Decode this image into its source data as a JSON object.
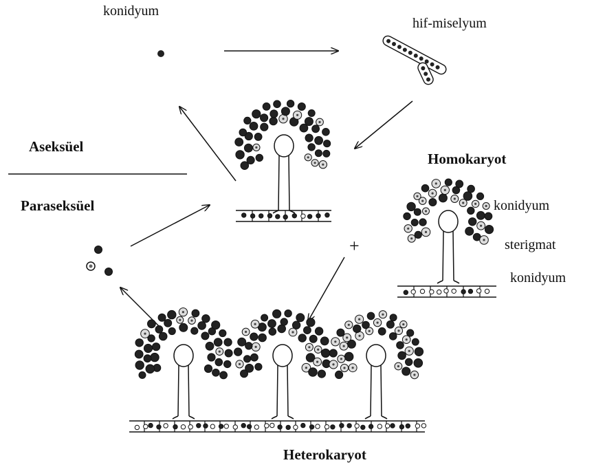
{
  "labels": {
    "conidium_top": "konidyum",
    "hyphae": "hif-miselyum",
    "asexual": "Aseksüel",
    "parasexual": "Paraseksüel",
    "homokaryon": "Homokaryot",
    "plus": "+",
    "conidium_right_1": "konidyum",
    "sterigma": "sterigmat",
    "conidium_right_2": "konidyum",
    "heterokaryon": "Heterokaryot"
  },
  "colors": {
    "ink": "#111111",
    "background": "#ffffff"
  }
}
